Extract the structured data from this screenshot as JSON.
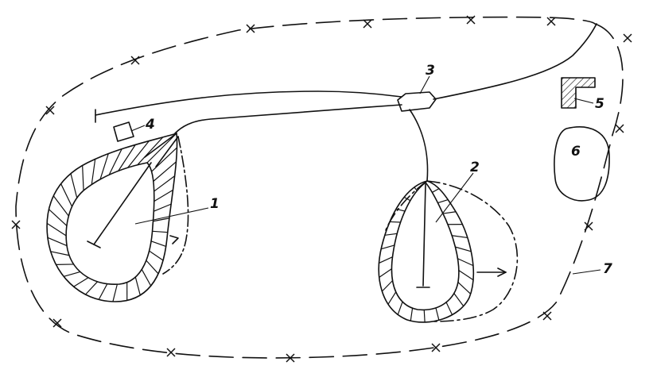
{
  "labels": {
    "pit_1": "1",
    "pit_2": "2",
    "junction_3": "3",
    "item_4": "4",
    "building_5": "5",
    "pond_6": "6",
    "boundary_7": "7"
  },
  "colors": {
    "ink": "#111111",
    "background": "#ffffff"
  }
}
